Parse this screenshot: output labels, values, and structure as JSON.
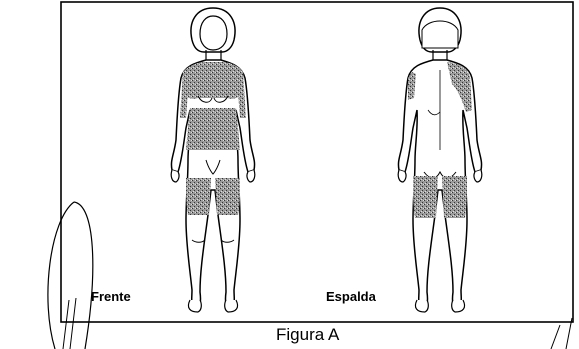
{
  "figure": {
    "caption": "Figura A",
    "front_label": "Frente",
    "back_label": "Espalda"
  }
}
